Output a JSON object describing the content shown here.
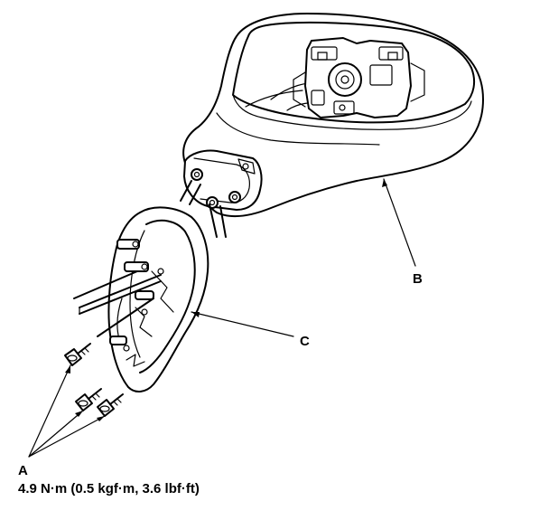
{
  "diagram": {
    "callouts": {
      "a": "A",
      "b": "B",
      "c": "C"
    },
    "torque_spec": "4.9 N·m (0.5 kgf·m, 3.6 lbf·ft)"
  }
}
